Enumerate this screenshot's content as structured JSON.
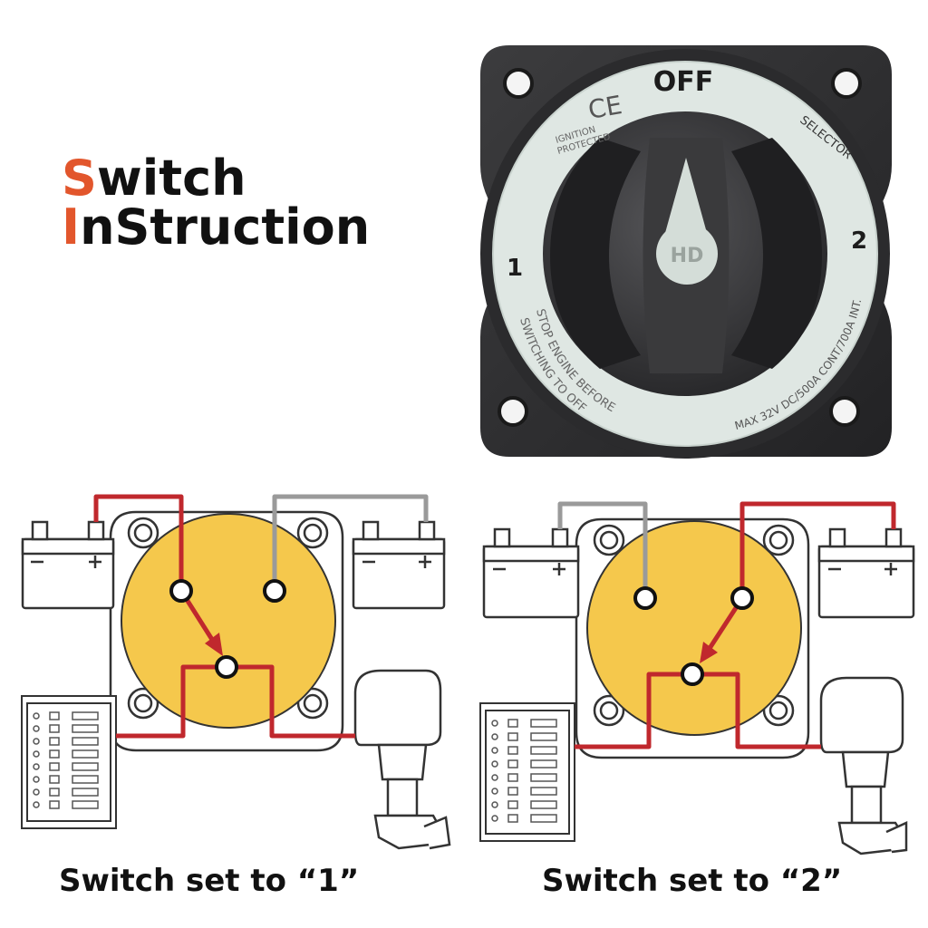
{
  "title": {
    "line1_first": "S",
    "line1_rest": "witch",
    "line2_first": "I",
    "line2_rest": "nStruction"
  },
  "switch_photo": {
    "label_off": "OFF",
    "label_one": "1",
    "label_two": "2",
    "label_ce": "CE",
    "label_ignition_line1": "IGNITION",
    "label_ignition_line2": "PROTECTED",
    "label_selector": "SELECTOR",
    "label_hd": "HD",
    "warning_line1": "STOP ENGINE BEFORE",
    "warning_line2": "SWITCHING TO OFF",
    "rating": "MAX 32V DC/500A CONT/700A INT."
  },
  "diagrams": [
    {
      "caption": "Switch set to “1”"
    },
    {
      "caption": "Switch set to “2”"
    }
  ],
  "colors": {
    "accent": "#e2562c",
    "wire_red": "#c0282d",
    "wire_gray": "#9a9a9a",
    "switch_yellow": "#f5c84c",
    "ring_pale": "#dfe7e3",
    "body_dark": "#2e2e30"
  }
}
